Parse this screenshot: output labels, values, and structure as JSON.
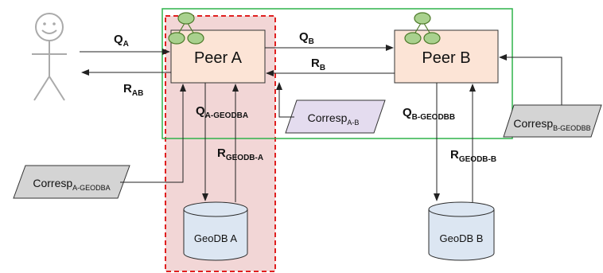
{
  "peers": {
    "a": {
      "label": "Peer A"
    },
    "b": {
      "label": "Peer B"
    }
  },
  "databases": {
    "a": {
      "label": "GeoDB A"
    },
    "b": {
      "label": "GeoDB B"
    }
  },
  "correspondences": {
    "ab": {
      "base": "Corresp",
      "sub": "A-B"
    },
    "a_geodb": {
      "base": "Corresp",
      "sub": "A-GEODBA"
    },
    "b_geodb": {
      "base": "Corresp",
      "sub": "B-GEODBB"
    }
  },
  "arrows": {
    "qa": {
      "base": "Q",
      "sub": "A"
    },
    "rab": {
      "base": "R",
      "sub": "AB"
    },
    "qb": {
      "base": "Q",
      "sub": "B"
    },
    "rb": {
      "base": "R",
      "sub": "B"
    },
    "qa_geodb": {
      "base": "Q",
      "sub": "A-GEODBA"
    },
    "rgeodb_a": {
      "base": "R",
      "sub": "GEODB-A"
    },
    "qb_geodb": {
      "base": "Q",
      "sub": "B-GEODBB"
    },
    "rgeodb_b": {
      "base": "R",
      "sub": "GEODB-B"
    }
  },
  "colors": {
    "peer_fill": "#fce4d6",
    "peer_border": "#333333",
    "node_fill": "#a9d18e",
    "node_border": "#4d7a2a",
    "db_fill": "#dce6f2",
    "db_border": "#2b2b2b",
    "corresp_ab_fill": "#e4dcef",
    "corresp_gray_fill": "#d4d4d4",
    "dashed_region_fill": "#f2d6d6",
    "dashed_region_border": "#e02020",
    "green_frame": "#2fb34a"
  }
}
